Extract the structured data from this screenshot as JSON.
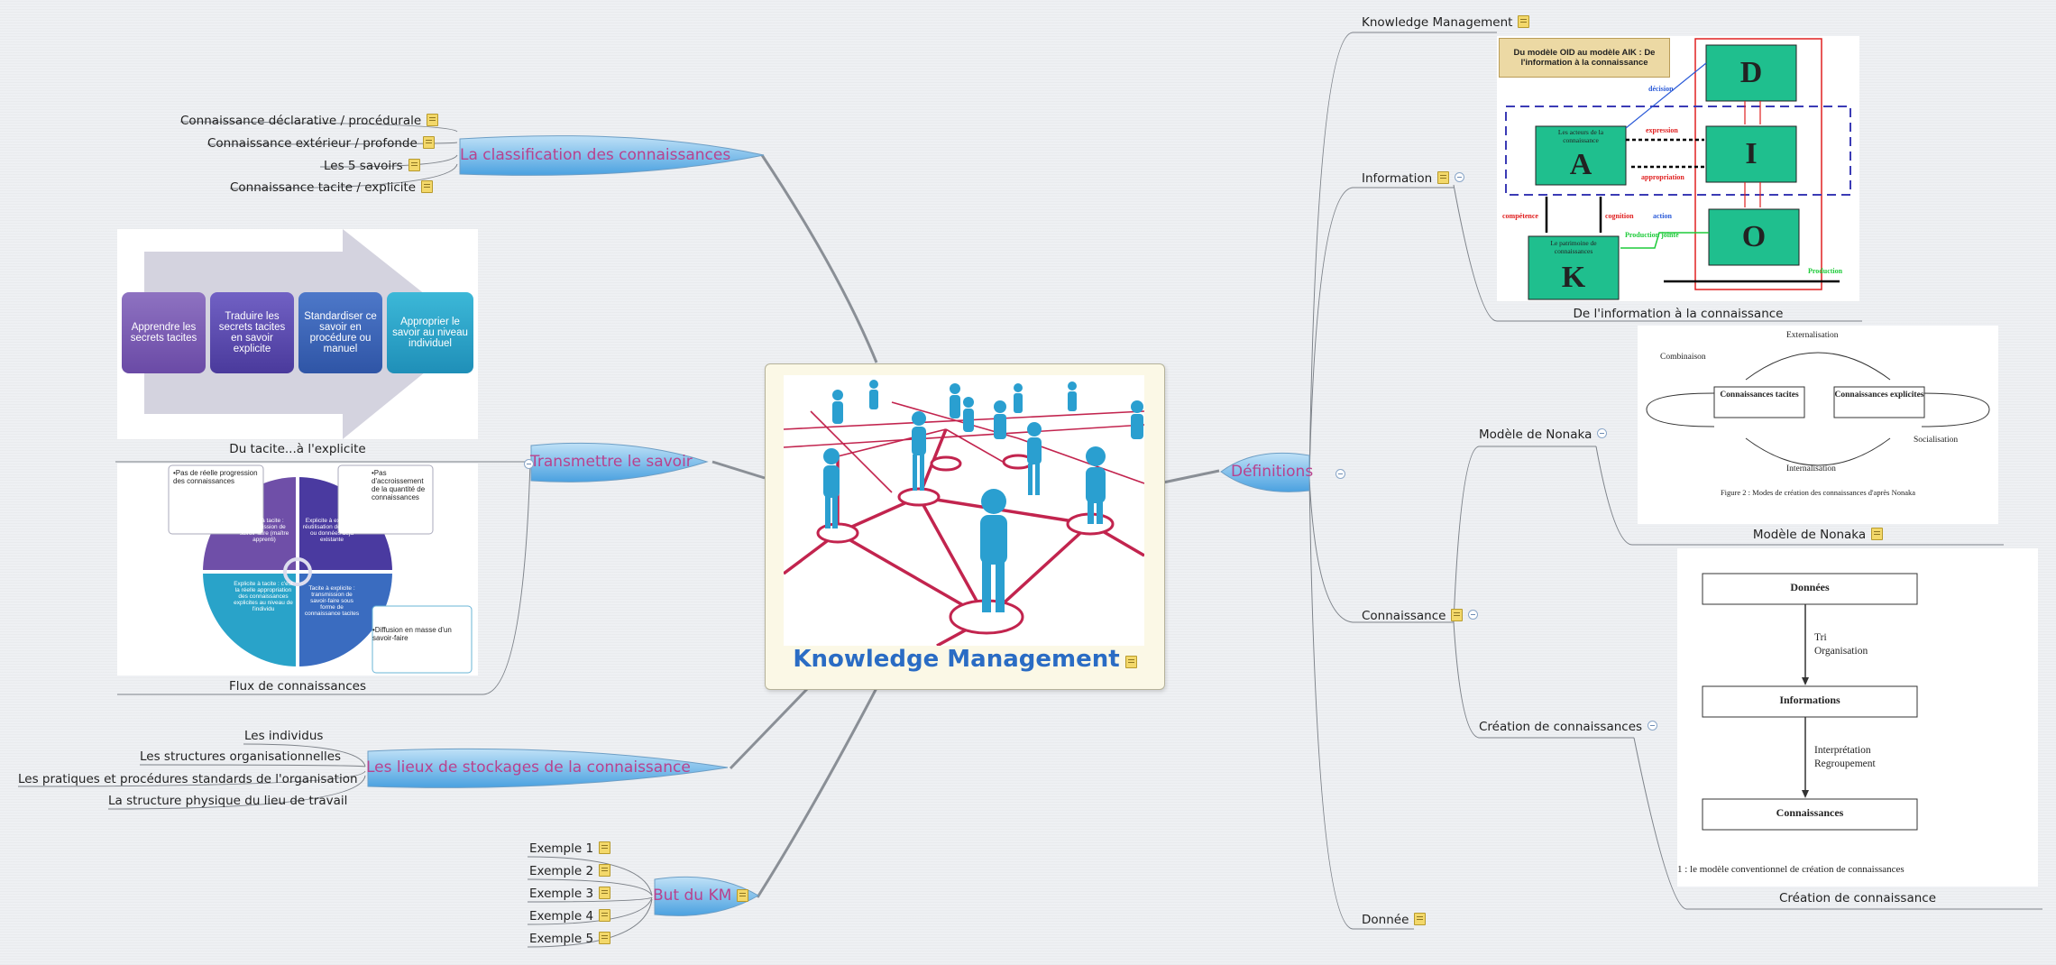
{
  "central": {
    "title": "Knowledge Management"
  },
  "classification": {
    "label": "La classification des connaissances",
    "items": [
      "Connaissance déclarative / procédurale",
      "Connaissance extérieur / profonde",
      "Les 5 savoirs",
      "Connaissance tacite / explicite"
    ]
  },
  "transmettre": {
    "label": "Transmettre le savoir",
    "image1": {
      "caption": "Du tacite...à l'explicite",
      "steps": [
        "Apprendre les secrets tacites",
        "Traduire les secrets tacites en savoir explicite",
        "Standardiser ce savoir en procédure ou manuel",
        "Approprier le savoir au niveau individuel"
      ]
    },
    "image2": {
      "caption": "Flux de connaissances",
      "quadrants": [
        "Tacite à tacite : Transmission de savoir-faire (maître apprenti)",
        "Explicite à explicite : réutilisation de savoirs ou données déjà existante",
        "Explicite à tacite : c'est la réelle appropriation des connaissances explicites au niveau de l'individu",
        "Tacite à explicite : transmission de savoir-faire sous forme de connaissance tacites"
      ],
      "callouts": [
        "•Pas de réelle progression des connaissances",
        "•Pas d'accroissement de la quantité de connaissances",
        "•Diffusion en masse d'un savoir-faire"
      ]
    }
  },
  "lieux": {
    "label": "Les lieux de stockages de la connaissance",
    "items": [
      "Les individus",
      "Les structures organisationnelles",
      "Les pratiques et procédures standards de l'organisation",
      "La structure physique du lieu de travail"
    ]
  },
  "but": {
    "label": "But du KM",
    "items": [
      "Exemple 1",
      "Exemple 2",
      "Exemple 3",
      "Exemple 4",
      "Exemple 5"
    ]
  },
  "definitions": {
    "label": "Définitions",
    "items": {
      "km": "Knowledge Management",
      "information": "Information",
      "connaissance": "Connaissance",
      "donnee": "Donnée"
    },
    "sub": {
      "nonaka": "Modèle de Nonaka",
      "creation": "Création de connaissances"
    },
    "images": {
      "oid": {
        "caption": "De l'information à la connaissance",
        "title": "Du modèle OID au modèle AIK : De l'information à la connaissance",
        "letters": [
          "D",
          "I",
          "O",
          "A",
          "K"
        ],
        "a_text": "Les acteurs de la connaissance",
        "k_text": "Le patrimoine de connaissances",
        "arrows": [
          "décision",
          "expression",
          "appropriation",
          "compétence",
          "cognition",
          "action",
          "Production jointe",
          "Production"
        ]
      },
      "nonaka": {
        "caption": "Modèle de Nonaka",
        "labels": [
          "Externalisation",
          "Combinaison",
          "Socialisation",
          "Internalisation"
        ],
        "boxes": [
          "Connaissances tacites",
          "Connaissances explicites"
        ],
        "figure": "Figure 2 : Modes de création des connaissances d'après Nonaka"
      },
      "creation": {
        "caption": "Création de connaissance",
        "boxes": [
          "Données",
          "Informations",
          "Connaissances"
        ],
        "arrow1": [
          "Tri",
          "Organisation"
        ],
        "arrow2": [
          "Interprétation",
          "Regroupement"
        ],
        "figure": "1 : le modèle conventionnel de création de connaissances"
      }
    }
  }
}
